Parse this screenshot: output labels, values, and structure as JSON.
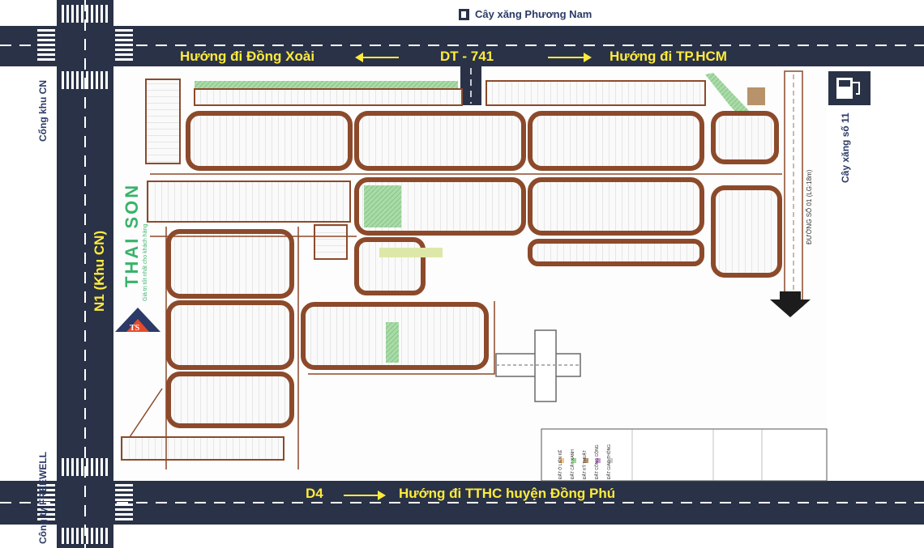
{
  "roads": {
    "top_left_direction": "Hướng đi Đồng Xoài",
    "top_road_name": "DT - 741",
    "top_right_direction": "Hướng đi TP.HCM",
    "bottom_road_name": "D4",
    "bottom_direction": "Hướng đi TTHC huyện Đồng Phú",
    "left_road_name": "N1 (Khu CN)",
    "right_road_label": "ĐƯỜNG SỐ 01 (LG:18m)"
  },
  "landmarks": {
    "gas_station_top": "Cây xăng Phương Nam",
    "gas_station_right": "Cây xăng số 11",
    "industrial_gate": "Cổng khu CN",
    "freewell_company": "Công ty FREEWELL"
  },
  "logo": {
    "brand": "THAI SON",
    "initials": "TS",
    "tagline": "Giá trị tốt nhất cho khách hàng"
  },
  "legend": {
    "items": [
      "ĐẤT Ở LIÊN KẾ",
      "ĐẤT CÂY XANH",
      "ĐẤT KỸ THUẬT",
      "ĐẤT CÔNG CỘNG",
      "ĐẤT GIAO THÔNG"
    ]
  },
  "colors": {
    "road": "#2a3247",
    "road_marking": "#ffffff",
    "block_border": "#8c4a2b",
    "parcel_fill": "#ffffff",
    "green_area": "#9bd39a",
    "label_yellow": "#ffeb3b",
    "label_navy": "#2b3a66",
    "logo_green": "#38b36a"
  },
  "icons": [
    "gas-station-icon",
    "arrow-right-icon",
    "arrow-left-icon",
    "down-arrow-icon"
  ]
}
